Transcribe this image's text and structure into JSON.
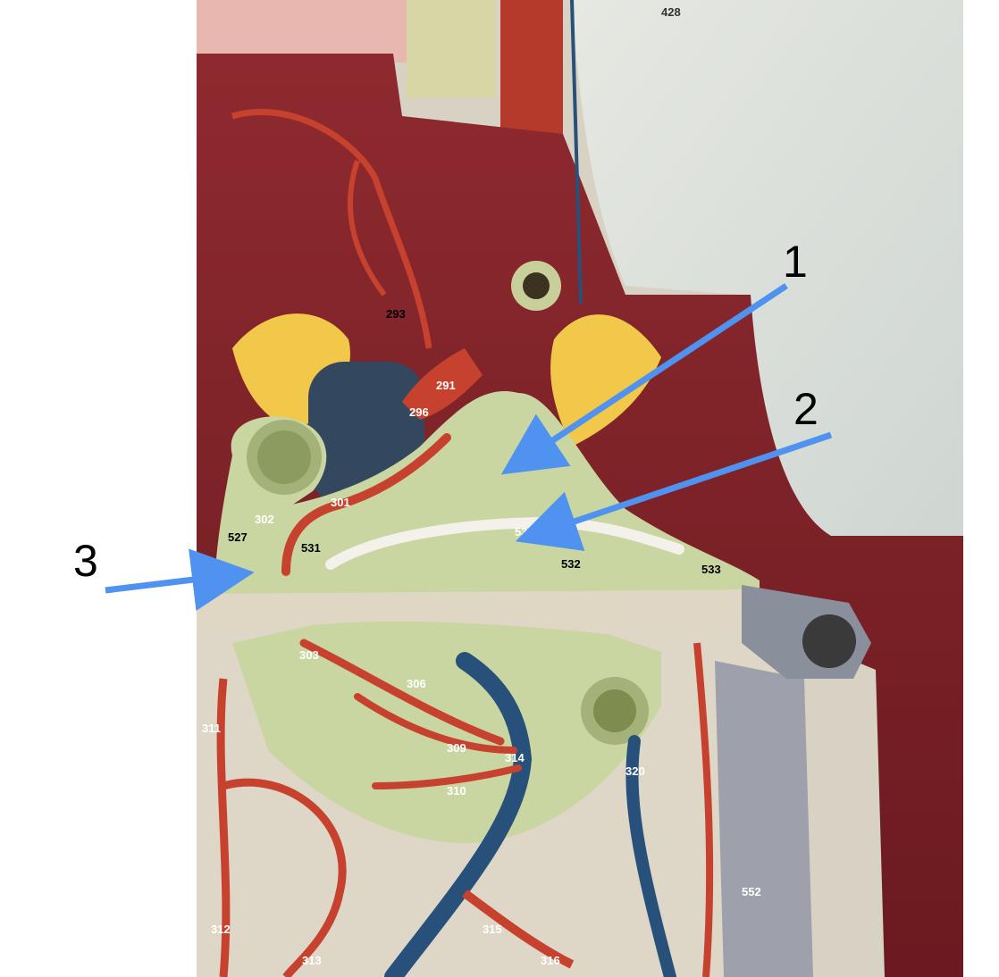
{
  "callouts": {
    "c1": "1",
    "c2": "2",
    "c3": "3"
  },
  "model_labels": {
    "l527": "527",
    "l302": "302",
    "l531": "531",
    "l535": "535",
    "l532": "532",
    "l533": "533",
    "l301": "301",
    "l291": "291",
    "l293": "293",
    "l296": "296",
    "l303": "303",
    "l306": "306",
    "l309": "309",
    "l310": "310",
    "l314": "314",
    "l320": "320",
    "l552": "552",
    "l315": "315",
    "l316": "316",
    "l312": "312",
    "l313": "313",
    "l311": "311",
    "l428": "428"
  },
  "colors": {
    "photo_bg": "#e9ece6",
    "muscle": "#7b1d24",
    "artery": "#c7422e",
    "vein": "#27507a",
    "pancreas_green": "#c9d6a2",
    "duct_white": "#f3f1ea",
    "yellow_gland": "#f1c84a",
    "colon_grey": "#8a8f9c",
    "arrow_blue": "#4f92ef"
  }
}
